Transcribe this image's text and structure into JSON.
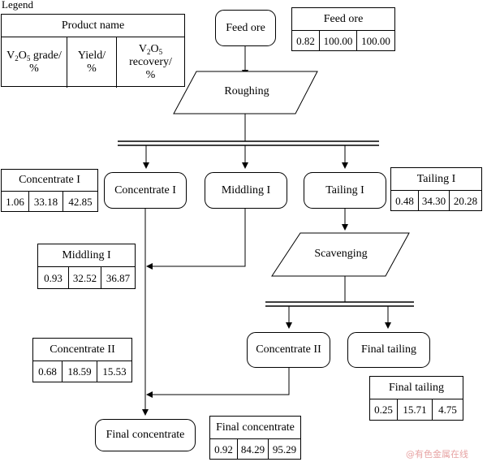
{
  "legend": {
    "title": "Legend",
    "header": "Product name",
    "col1": {
      "pre": "V",
      "sub": "2",
      "mid": "O",
      "sub2": "5",
      "post": " grade/",
      "line2": "%"
    },
    "col2": {
      "line1": "Yield/",
      "line2": "%"
    },
    "col3": {
      "pre": "V",
      "sub": "2",
      "mid": "O",
      "sub2": "5",
      "line2": "recovery/",
      "line3": "%"
    }
  },
  "nodes": {
    "feed_ore": "Feed ore",
    "roughing": "Roughing",
    "concentrate_1": "Concentrate I",
    "middling_1": "Middling I",
    "tailing_1": "Tailing I",
    "scavenging": "Scavenging",
    "concentrate_2": "Concentrate II",
    "final_tailing": "Final tailing",
    "final_concentrate": "Final concentrate"
  },
  "tables": {
    "feed_ore": {
      "title": "Feed ore",
      "grade": "0.82",
      "yield": "100.00",
      "recovery": "100.00"
    },
    "concentrate_1": {
      "title": "Concentrate I",
      "grade": "1.06",
      "yield": "33.18",
      "recovery": "42.85"
    },
    "tailing_1": {
      "title": "Tailing I",
      "grade": "0.48",
      "yield": "34.30",
      "recovery": "20.28"
    },
    "middling_1": {
      "title": "Middling I",
      "grade": "0.93",
      "yield": "32.52",
      "recovery": "36.87"
    },
    "concentrate_2": {
      "title": "Concentrate II",
      "grade": "0.68",
      "yield": "18.59",
      "recovery": "15.53"
    },
    "final_tailing": {
      "title": "Final tailing",
      "grade": "0.25",
      "yield": "15.71",
      "recovery": "4.75"
    },
    "final_concentrate": {
      "title": "Final concentrate",
      "grade": "0.92",
      "yield": "84.29",
      "recovery": "95.29"
    }
  },
  "watermark": "@有色金属在线"
}
